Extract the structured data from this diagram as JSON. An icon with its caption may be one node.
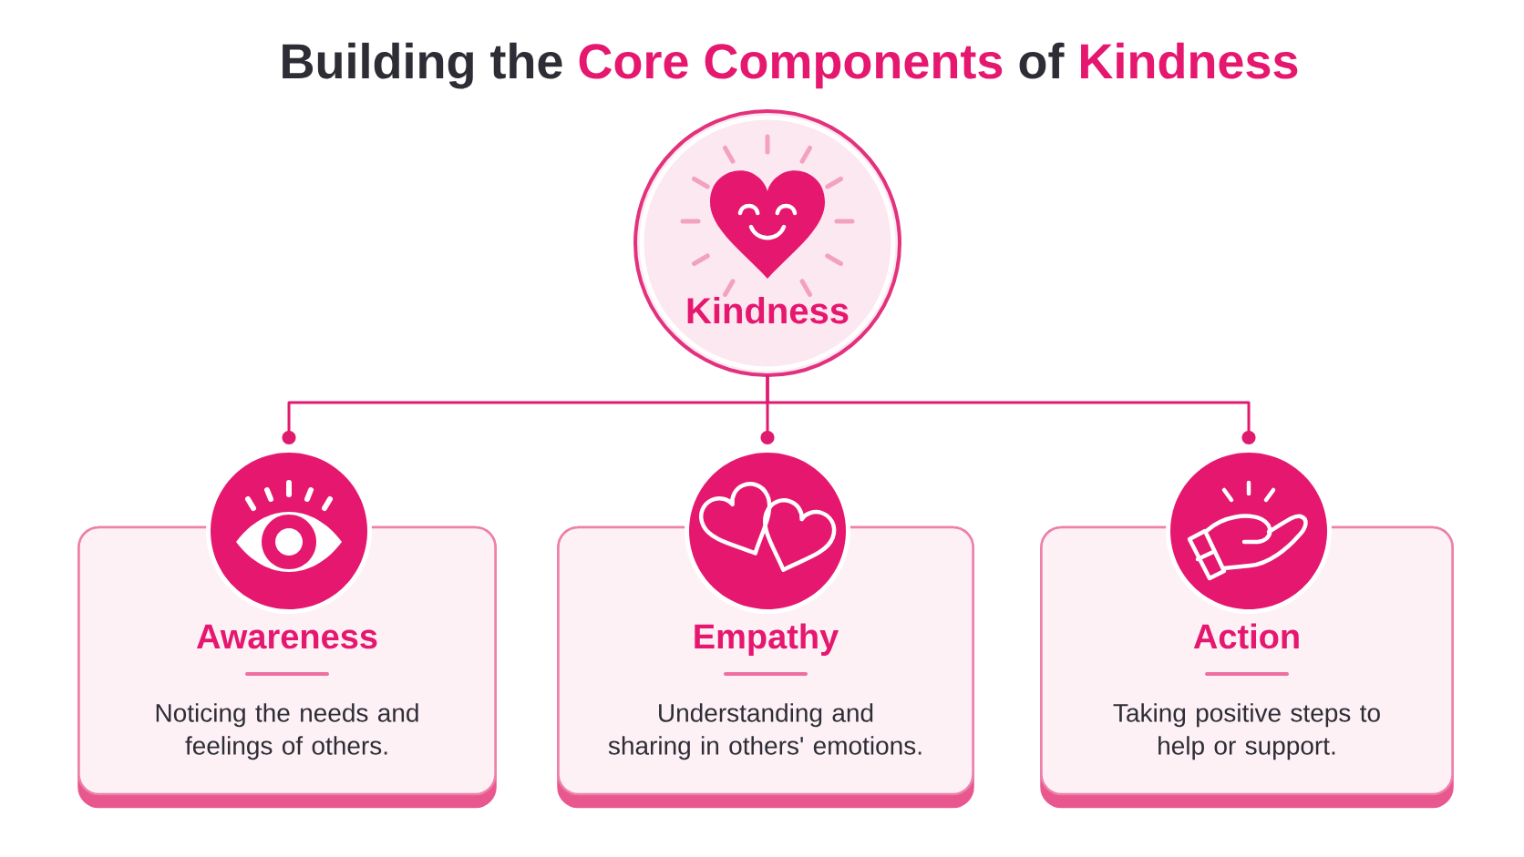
{
  "diagram": {
    "title": "Building the **Core Components** of **Kindness**",
    "nodes": [
      {
        "text": [
          "Kindness"
        ]
      },
      {
        "text": [],
        "shape": "circle"
      },
      {
        "text": [
          "Awareness",
          "Noticing the needs and feelings of others."
        ]
      },
      {
        "text": [],
        "shape": "circle"
      },
      {
        "text": [
          "Empathy",
          "Understanding and sharing in others' emotions."
        ]
      },
      {
        "text": [],
        "shape": "circle"
      },
      {
        "text": [
          "Action",
          "Taking positive steps to help or support."
        ]
      }
    ],
    "edges": [
      {
        "from": 0,
        "to": 1,
        "arrow": "other"
      },
      {
        "from": 0,
        "to": 3,
        "arrow": "other"
      },
      {
        "from": 0,
        "to": 5,
        "arrow": "other"
      }
    ]
  }
}
